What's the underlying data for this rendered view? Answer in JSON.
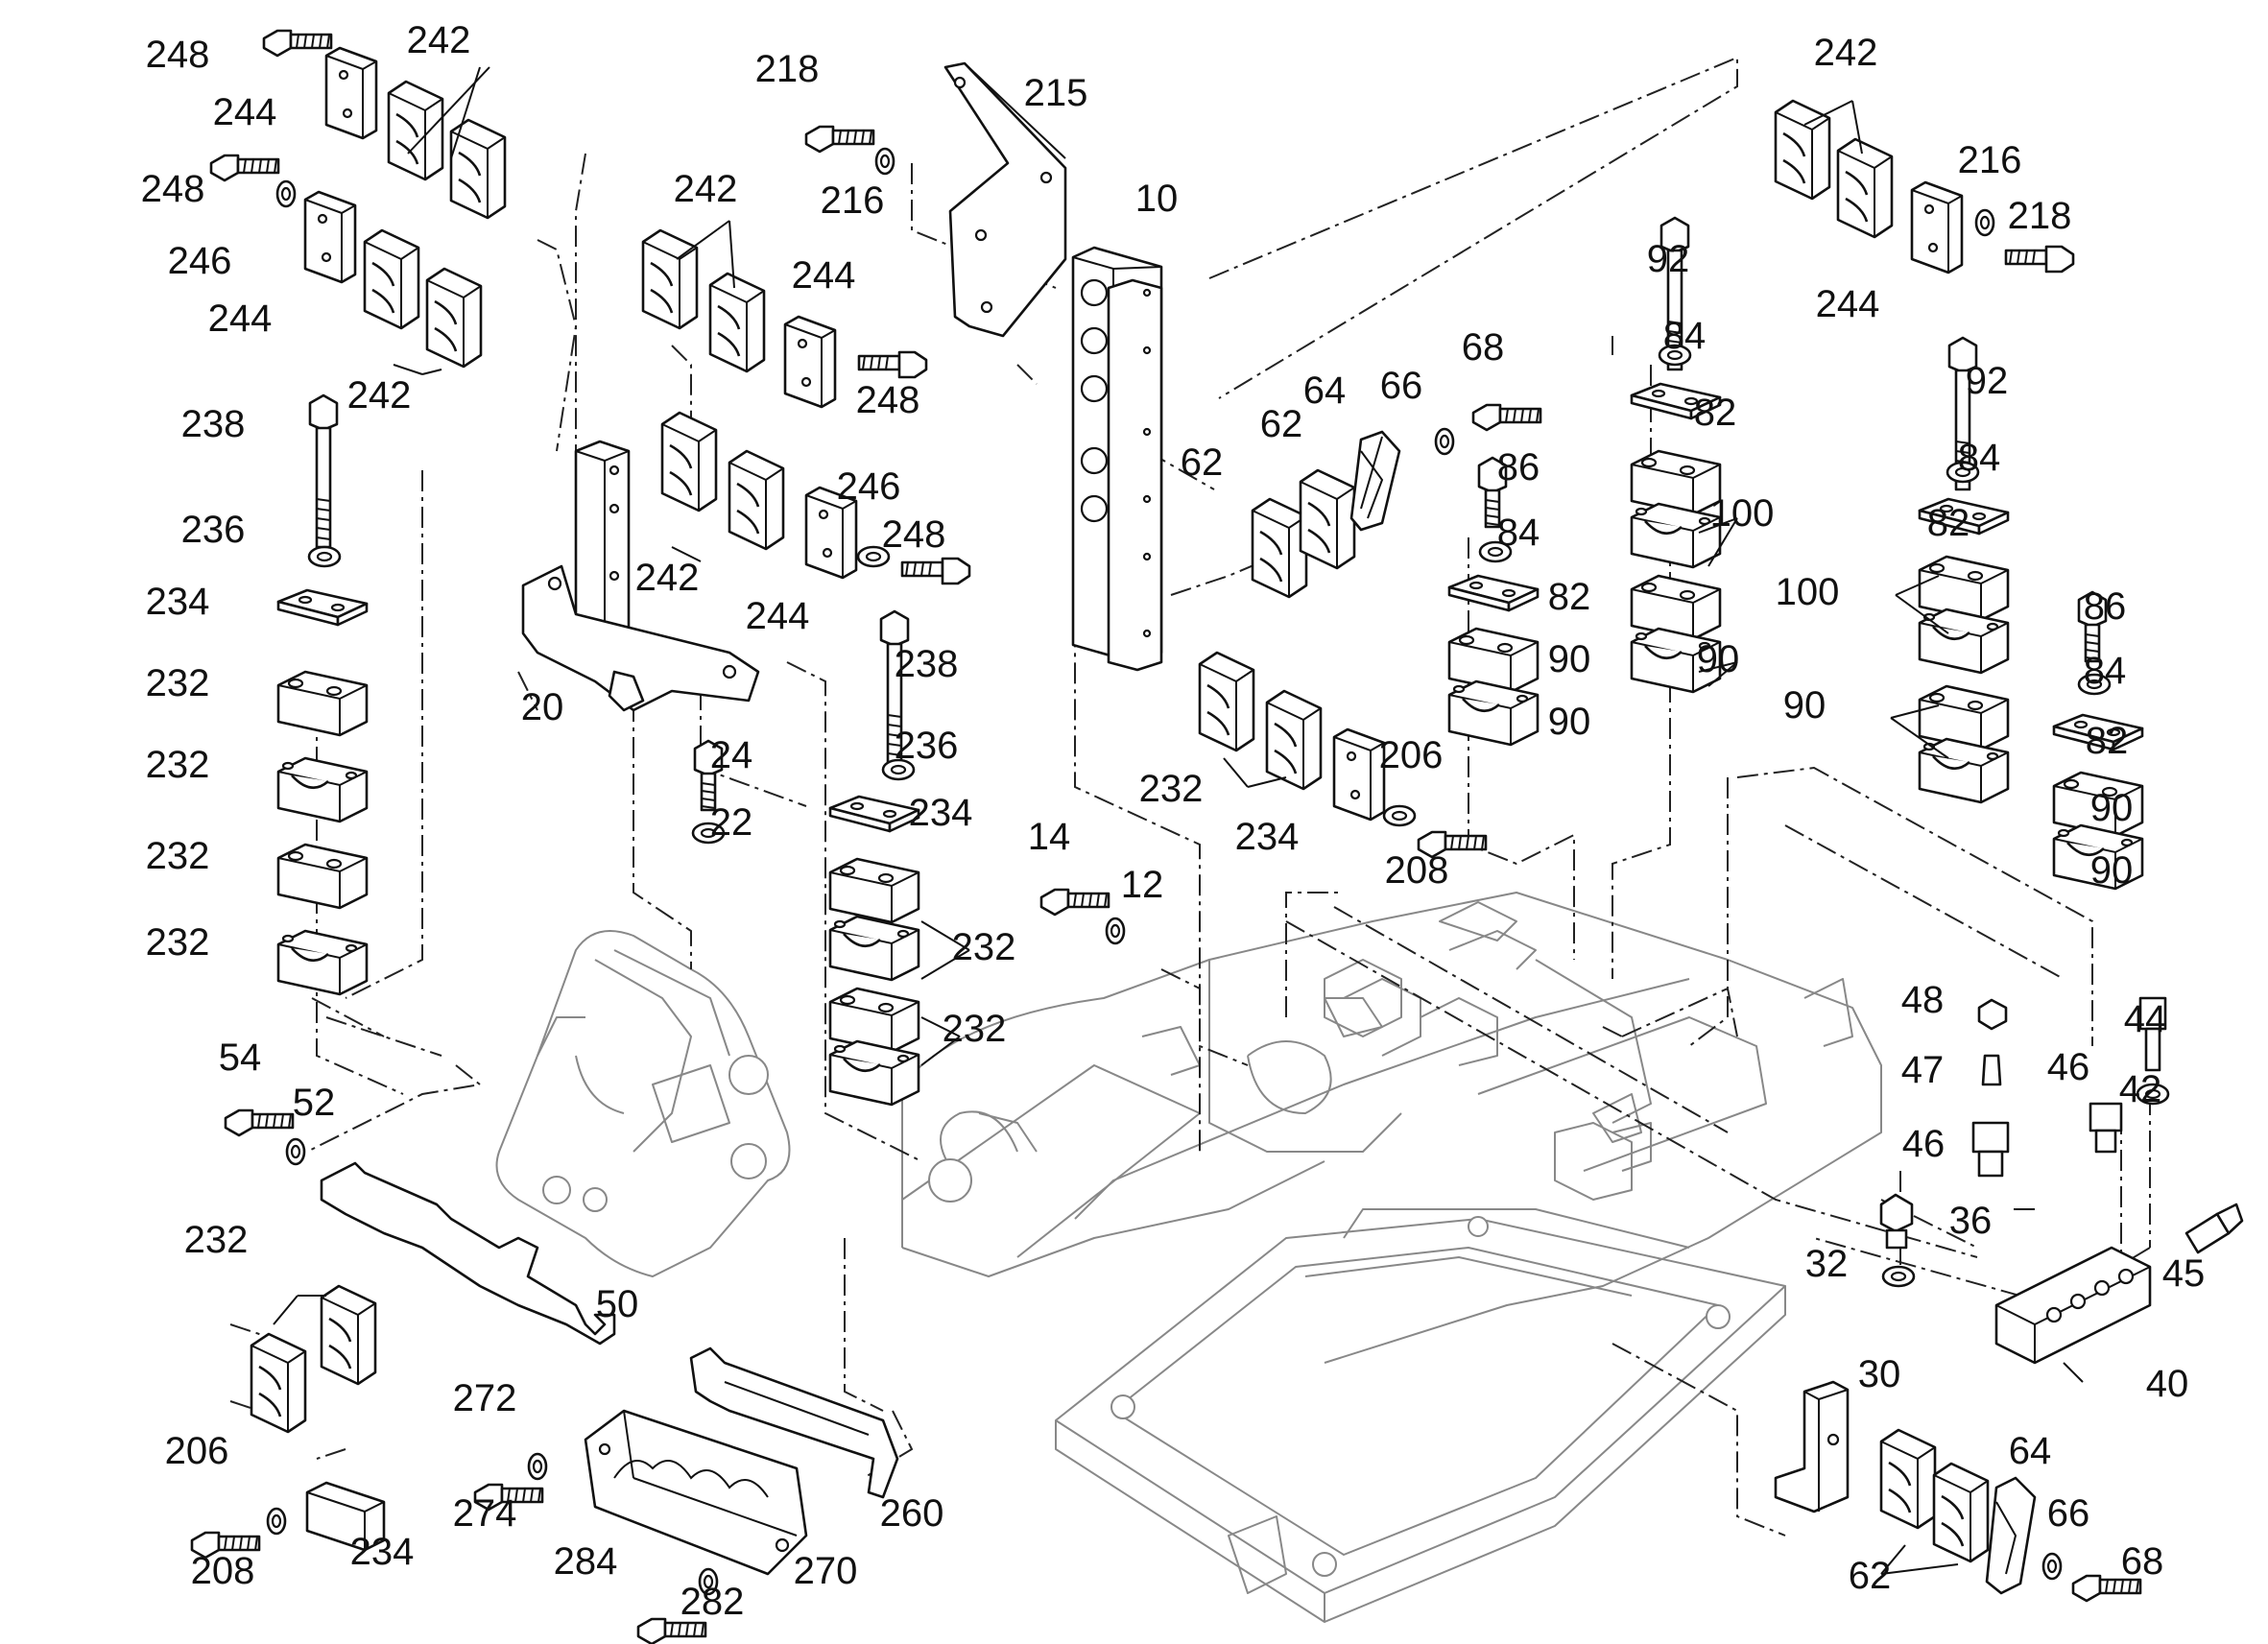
{
  "callouts": [
    "248",
    "242",
    "244",
    "248",
    "246",
    "244",
    "242",
    "218",
    "215",
    "216",
    "242",
    "244",
    "248",
    "246",
    "248",
    "244",
    "242",
    "10",
    "238",
    "236",
    "234",
    "232",
    "232",
    "232",
    "232",
    "20",
    "24",
    "22",
    "238",
    "236",
    "234",
    "232",
    "232",
    "14",
    "12",
    "232",
    "234",
    "206",
    "208",
    "62",
    "62",
    "64",
    "66",
    "68",
    "86",
    "84",
    "82",
    "90",
    "90",
    "92",
    "84",
    "82",
    "100",
    "90",
    "242",
    "216",
    "218",
    "244",
    "92",
    "84",
    "82",
    "100",
    "90",
    "86",
    "84",
    "82",
    "90",
    "90",
    "54",
    "52",
    "232",
    "50",
    "206",
    "208",
    "234",
    "272",
    "274",
    "284",
    "282",
    "270",
    "260",
    "48",
    "47",
    "46",
    "46",
    "44",
    "42",
    "36",
    "32",
    "45",
    "40",
    "30",
    "64",
    "66",
    "68",
    "62"
  ]
}
